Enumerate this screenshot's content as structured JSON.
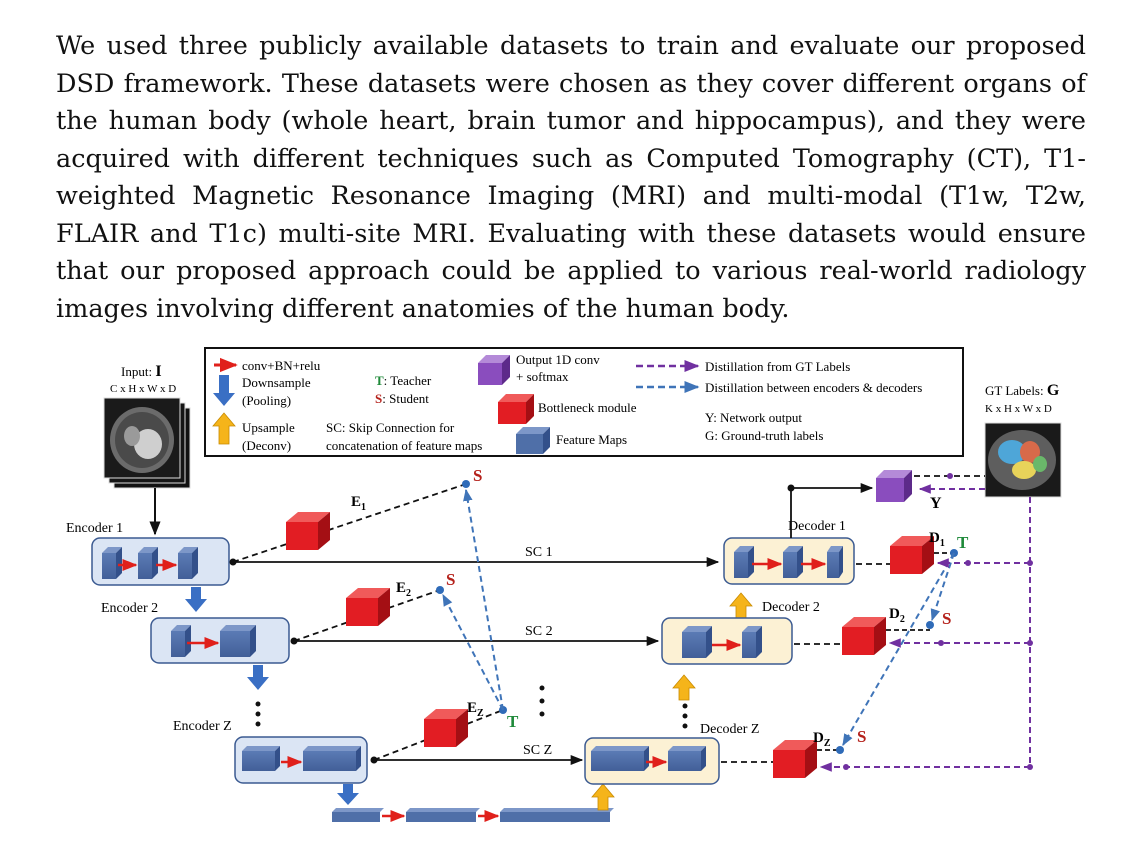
{
  "paragraph": "We used three publicly available datasets to train and evaluate our proposed DSD framework. These datasets were chosen as they cover different organs of the human body (whole heart, brain tumor and hippocampus), and they were acquired with different techniques such as Computed Tomography (CT), T1-weighted Magnetic Resonance Imaging (MRI) and multi-modal (T1w, T2w, FLAIR and T1c) multi-site MRI. Evaluating with these datasets would ensure that our proposed approach could be applied to various real-world radiology images involving different anatomies of the human body.",
  "figure": {
    "input": {
      "label": "Input: ",
      "symbol": "I",
      "dims": "C x H x W x D"
    },
    "gt": {
      "label": "GT Labels: ",
      "symbol": "G",
      "dims": "K x H x W x D"
    },
    "legend": {
      "conv": "conv+BN+relu",
      "downsample_1": "Downsample",
      "downsample_2": "(Pooling)",
      "upsample_1": "Upsample",
      "upsample_2": "(Deconv)",
      "teacher_letter": "T",
      "teacher_text": ": Teacher",
      "student_letter": "S",
      "student_text": ": Student",
      "skip_1": "SC: Skip Connection for",
      "skip_2": "concatenation of feature maps",
      "output_1": "Output 1D conv",
      "output_2": "+ softmax",
      "bottleneck": "Bottleneck module",
      "feature_maps": "Feature Maps",
      "distill_gt": "Distillation from GT Labels",
      "distill_enc_dec": "Distillation between encoders & decoders",
      "y_def": "Y: Network output",
      "g_def": "G: Ground-truth labels"
    },
    "encoders": [
      "Encoder 1",
      "Encoder 2",
      "Encoder Z"
    ],
    "decoders": [
      "Decoder 1",
      "Decoder 2",
      "Decoder Z"
    ],
    "skips": [
      "SC 1",
      "SC 2",
      "SC Z"
    ],
    "enc_labels": [
      {
        "main": "E",
        "sub": "1"
      },
      {
        "main": "E",
        "sub": "2"
      },
      {
        "main": "E",
        "sub": "Z"
      }
    ],
    "dec_labels": [
      {
        "main": "D",
        "sub": "1"
      },
      {
        "main": "D",
        "sub": "2"
      },
      {
        "main": "D",
        "sub": "Z"
      }
    ],
    "y": "Y",
    "s": "S",
    "t": "T",
    "colors": {
      "red_arrow": "#e0201b",
      "down_arrow": "#3a6fc4",
      "up_arrow": "#f5b41a",
      "purple": "#7030a0",
      "blue_dash": "#3f74b8",
      "enc_box": "#dbe5f4",
      "dec_box": "#fcf1d4",
      "feature": "#4f6fa8",
      "bottleneck": "#e21d23",
      "output": "#8a4dbe",
      "teacher": "#1f8a3a",
      "student": "#b5221c"
    }
  }
}
